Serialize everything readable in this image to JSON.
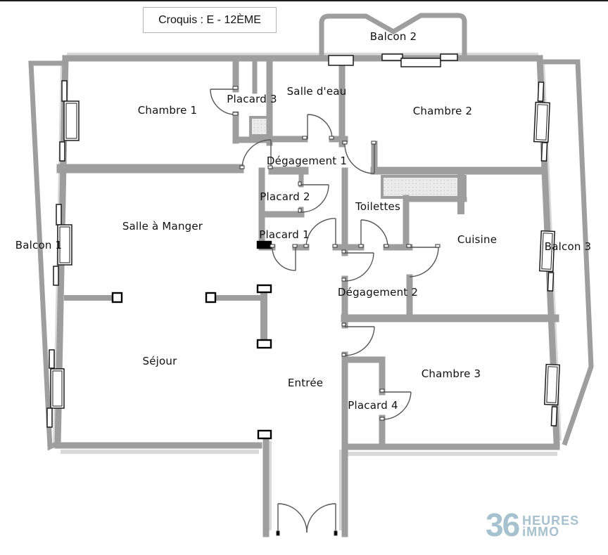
{
  "title": "Croquis : E - 12ÈME",
  "labels": {
    "balcon1": "Balcon 1",
    "balcon2": "Balcon 2",
    "balcon3": "Balcon 3",
    "chambre1": "Chambre 1",
    "chambre2": "Chambre 2",
    "chambre3": "Chambre 3",
    "placard1": "Placard 1",
    "placard2": "Placard 2",
    "placard3": "Placard 3",
    "placard4": "Placard 4",
    "salle_deau": "Salle d'eau",
    "degagement1": "Dégagement 1",
    "degagement2": "Dégagement 2",
    "toilettes": "Toilettes",
    "cuisine": "Cuisine",
    "salle_a_manger": "Salle à Manger",
    "sejour": "Séjour",
    "entree": "Entrée"
  },
  "logo": {
    "number": "36",
    "word1": "HEURES",
    "word2": "iMMO",
    "color": "#a6c2ce"
  },
  "colors": {
    "wall": "#9e9e9e",
    "wall_light": "#d9d9d9",
    "door_line": "#555555",
    "text": "#111111"
  }
}
